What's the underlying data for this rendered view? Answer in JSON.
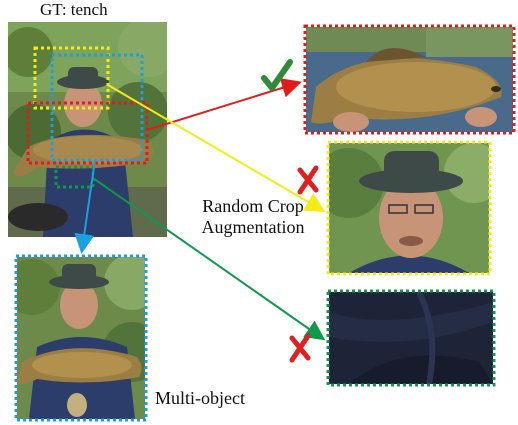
{
  "labels": {
    "gt": "GT: tench",
    "crop": "Random Crop Augmentation",
    "multi": "Multi-object"
  },
  "colors": {
    "red": "#e21b1b",
    "yellow": "#f4ec12",
    "blue": "#1aa0e0",
    "green": "#0e9a4a",
    "check": "#2e8b3a",
    "cross": "#e02020"
  },
  "marks": {
    "correct": "check-icon",
    "wrong": "cross-icon"
  }
}
